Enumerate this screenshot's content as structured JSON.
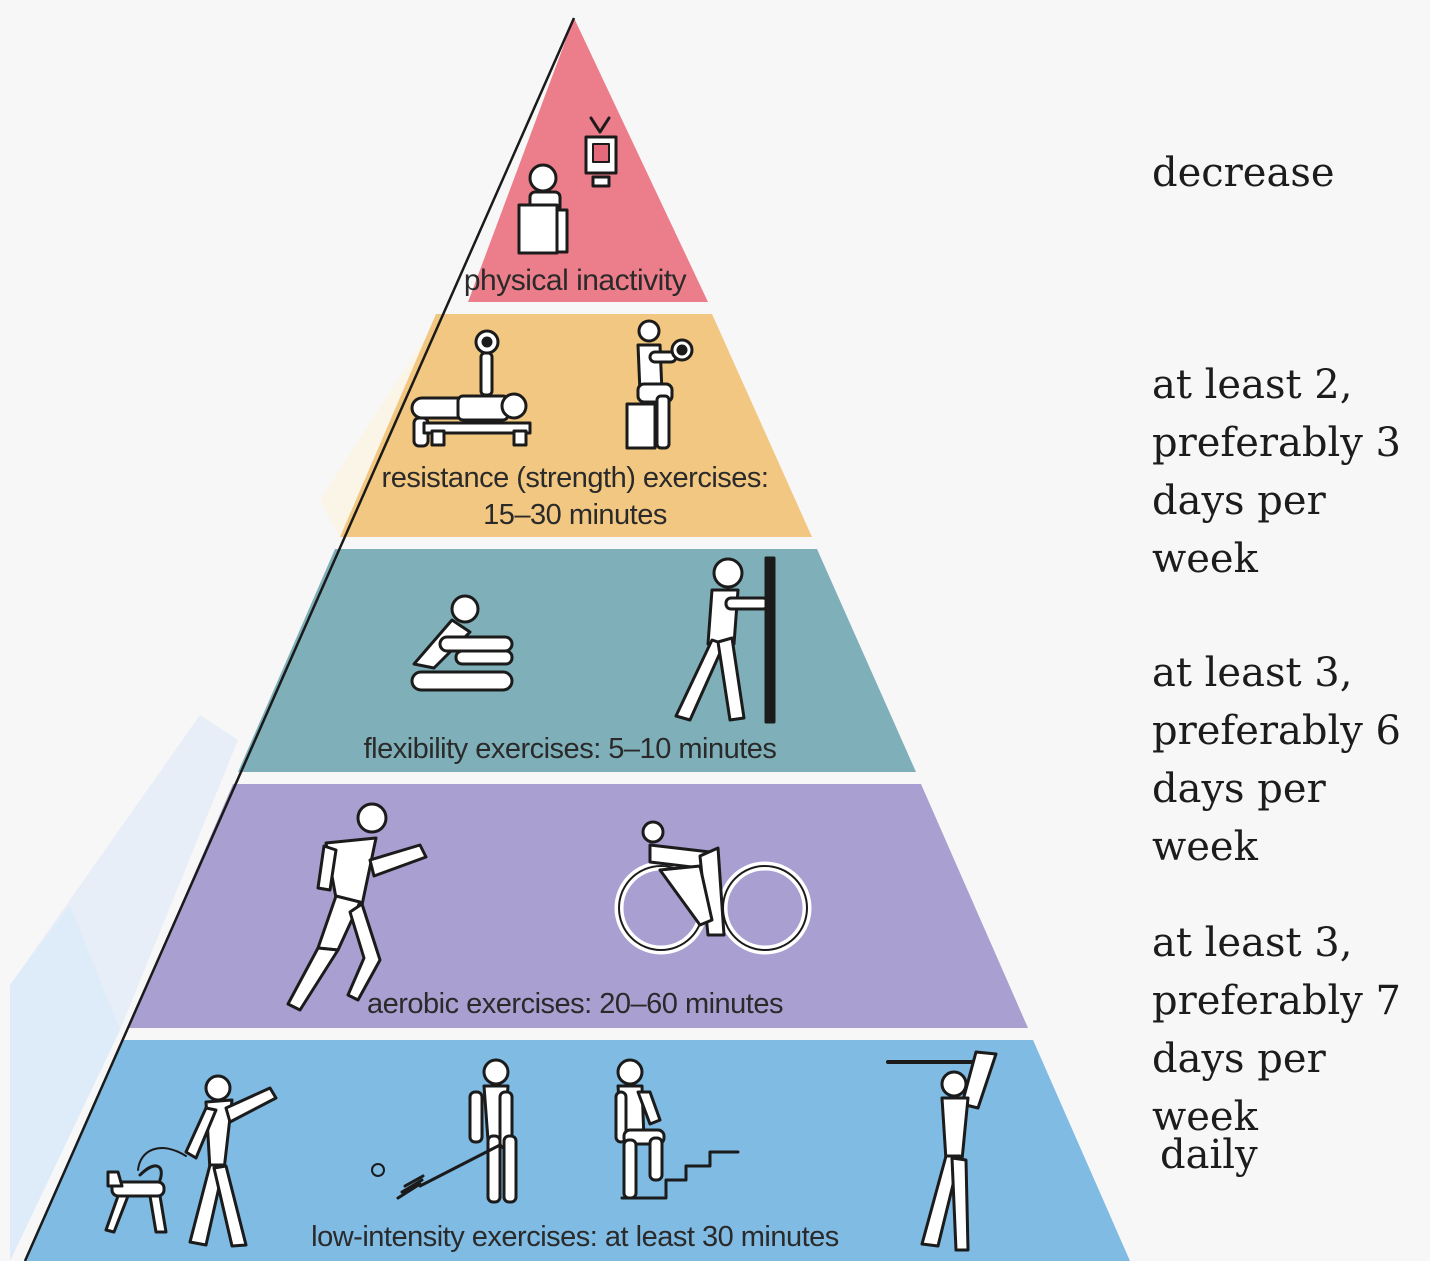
{
  "tiers": [
    {
      "label": "physical inactivity",
      "color": "#ec7d8a",
      "frequency": "decrease"
    },
    {
      "label": "resistance (strength) exercises:\n15–30 minutes",
      "color": "#f2c781",
      "frequency": "at least 2,\npreferably 3\ndays per week"
    },
    {
      "label": "flexibility exercises: 5–10 minutes",
      "color": "#7fb0ba",
      "frequency": "at least 3,\npreferably 6\ndays per week"
    },
    {
      "label": "aerobic exercises: 20–60 minutes",
      "color": "#a99fd1",
      "frequency": "at least 3,\npreferably 7\ndays per week"
    },
    {
      "label": "low-intensity exercises: at least 30 minutes",
      "color": "#7fbbe3",
      "frequency": "daily"
    }
  ],
  "icons": {
    "inactivity": [
      "person-at-desk-icon",
      "television-icon"
    ],
    "resistance": [
      "bench-press-icon",
      "seated-dumbbell-curl-icon"
    ],
    "flexibility": [
      "seated-stretch-icon",
      "wall-stretch-icon"
    ],
    "aerobic": [
      "runner-icon",
      "cyclist-icon"
    ],
    "low_intensity": [
      "dog-walking-icon",
      "raking-icon",
      "stair-climbing-icon",
      "golfer-icon"
    ]
  }
}
